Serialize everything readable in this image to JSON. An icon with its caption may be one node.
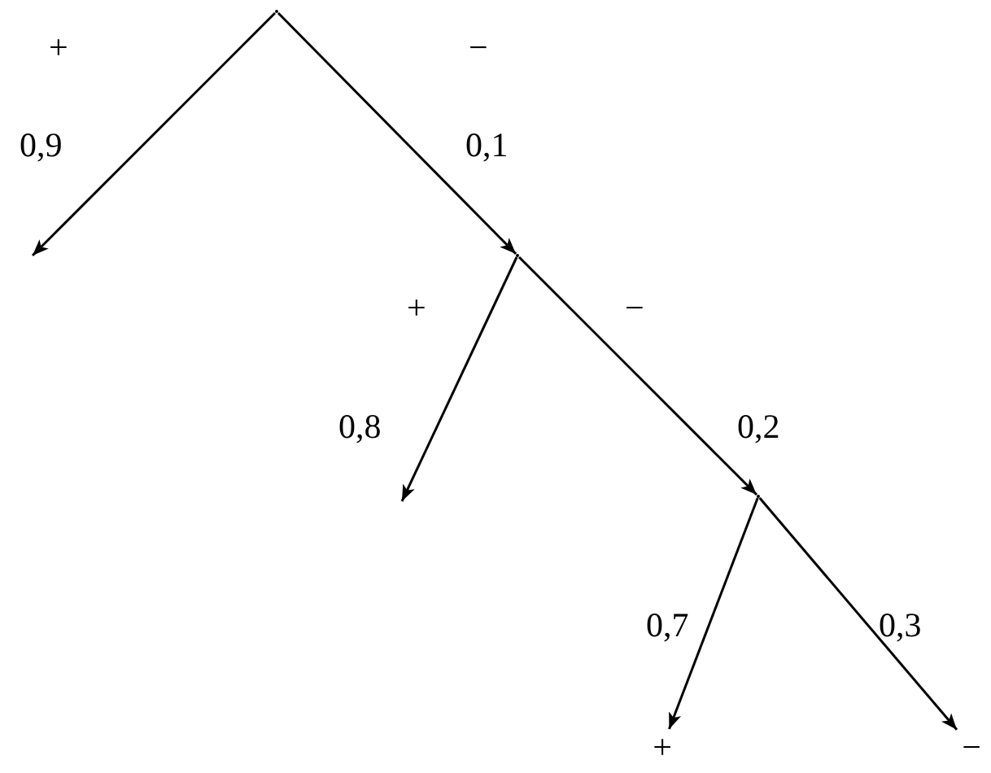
{
  "diagram": {
    "nodes": [
      {
        "text": [],
        "shape": "point"
      },
      {
        "text": [],
        "shape": "point"
      },
      {
        "text": [],
        "shape": "point"
      },
      {
        "text": [
          "+"
        ]
      },
      {
        "text": [
          "−"
        ]
      }
    ],
    "edges": [
      {
        "from": 0,
        "to": null,
        "arrow": "to",
        "label": "0,9"
      },
      {
        "from": 0,
        "to": 1,
        "arrow": "to",
        "label": "0,1"
      },
      {
        "from": 1,
        "to": null,
        "arrow": "to",
        "label": "0,8"
      },
      {
        "from": 1,
        "to": 2,
        "arrow": "to",
        "label": "0,2"
      },
      {
        "from": 2,
        "to": 3,
        "arrow": "to",
        "label": "0,7"
      },
      {
        "from": 2,
        "to": 4,
        "arrow": "to",
        "label": "0,3"
      }
    ],
    "labels": [
      "+",
      "−",
      "+",
      "−"
    ]
  }
}
